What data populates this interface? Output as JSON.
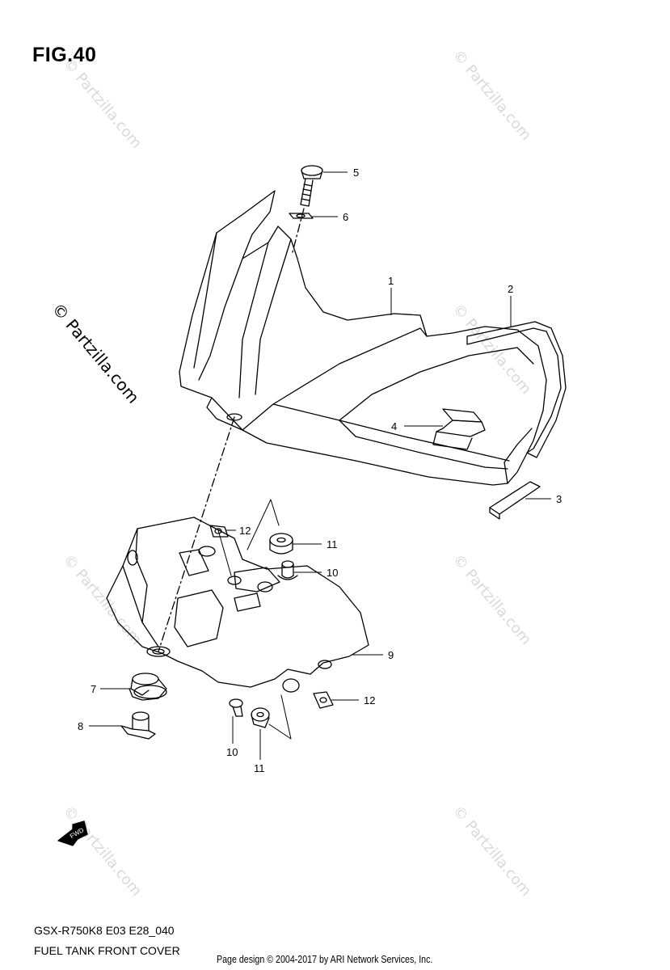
{
  "figure": {
    "title": "FIG.40",
    "model_code": "GSX-R750K8 E03 E28_040",
    "description": "FUEL TANK FRONT COVER",
    "copyright": "Page design © 2004-2017 by ARI Network Services, Inc.",
    "fwd_label": "FWD"
  },
  "watermark": {
    "text": "© Partzilla.com",
    "faint_text": "© Partzilla.com",
    "color": "#d9d9d9"
  },
  "callouts": [
    {
      "id": "5",
      "label": "5"
    },
    {
      "id": "6",
      "label": "6"
    },
    {
      "id": "1",
      "label": "1"
    },
    {
      "id": "2",
      "label": "2"
    },
    {
      "id": "4",
      "label": "4"
    },
    {
      "id": "3",
      "label": "3"
    },
    {
      "id": "12a",
      "label": "12"
    },
    {
      "id": "11a",
      "label": "11"
    },
    {
      "id": "10a",
      "label": "10"
    },
    {
      "id": "9",
      "label": "9"
    },
    {
      "id": "7",
      "label": "7"
    },
    {
      "id": "12b",
      "label": "12"
    },
    {
      "id": "8",
      "label": "8"
    },
    {
      "id": "10b",
      "label": "10"
    },
    {
      "id": "11b",
      "label": "11"
    }
  ]
}
